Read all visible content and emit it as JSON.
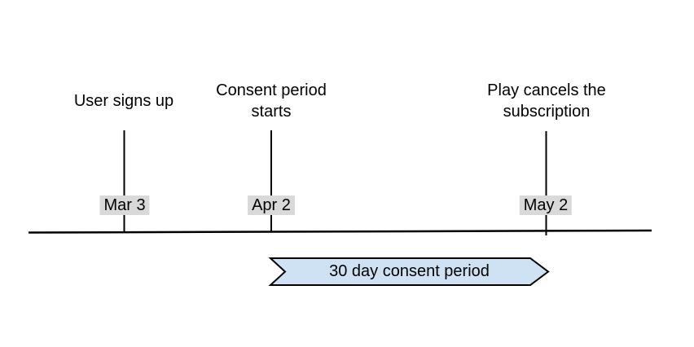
{
  "diagram": {
    "type": "timeline",
    "background": "#ffffff",
    "text_color": "#000000",
    "axis_color": "#000000",
    "date_label_bg": "#d9d9d9",
    "events": [
      {
        "title": "User signs up",
        "date": "Mar 3"
      },
      {
        "title": "Consent period\nstarts",
        "date": "Apr 2"
      },
      {
        "title": "Play cancels the\nsubscription",
        "date": "May 2"
      }
    ]
  },
  "consent_arrow": {
    "label": "30 day consent period",
    "fill": "#cfe2f3",
    "stroke": "#000000"
  }
}
